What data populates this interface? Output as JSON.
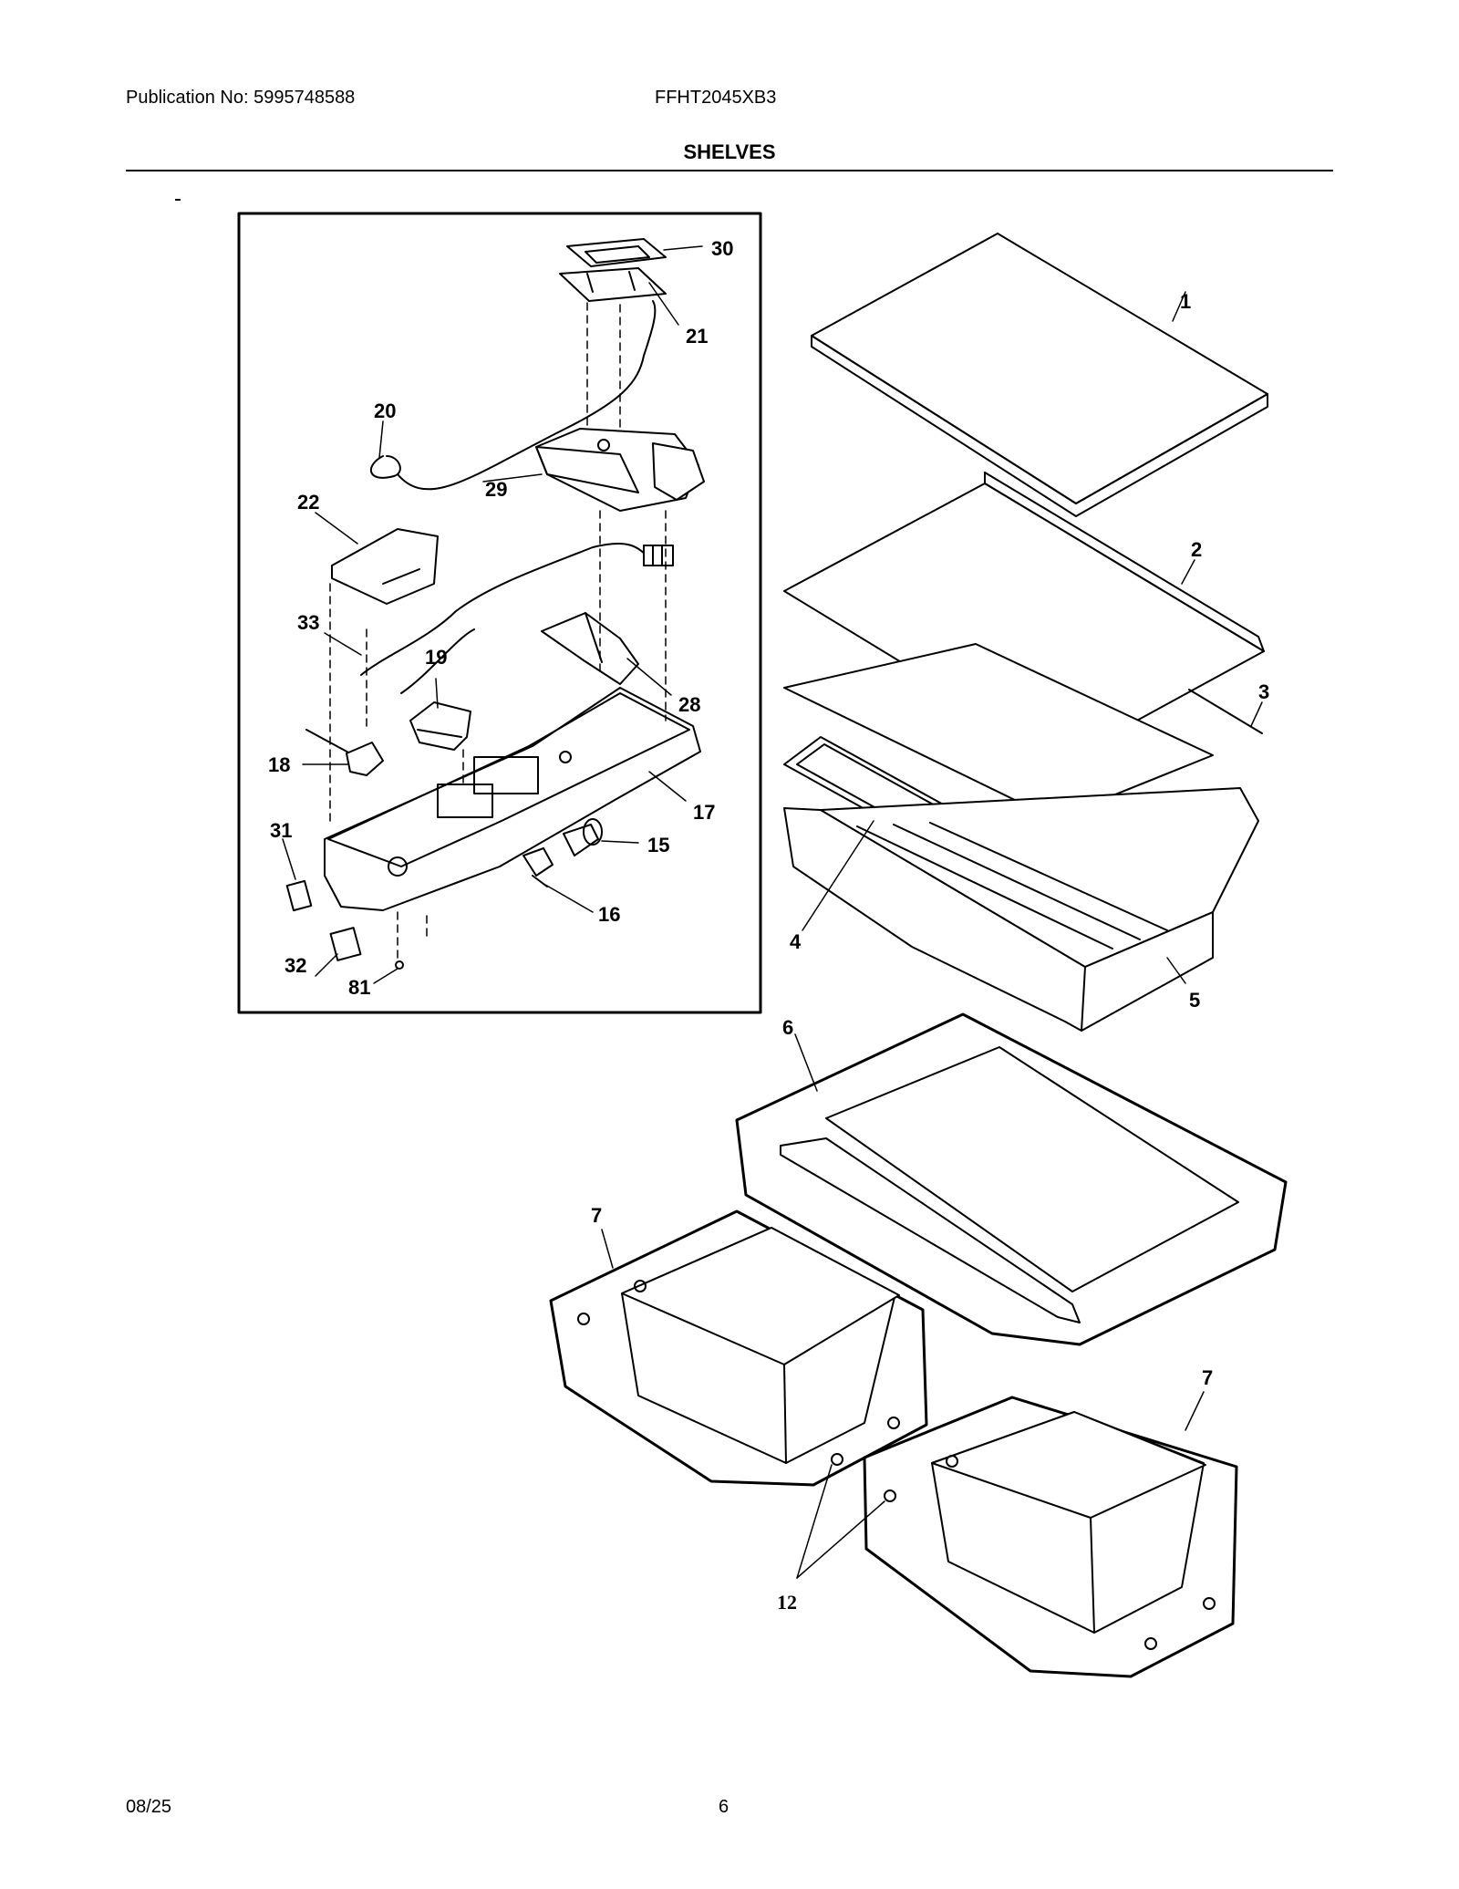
{
  "header": {
    "publication": "Publication No: 5995748588",
    "model": "FFHT2045XB3",
    "title": "SHELVES"
  },
  "footer": {
    "date": "08/25",
    "page_number": "6"
  },
  "callouts": {
    "c1": "1",
    "c2": "2",
    "c3": "3",
    "c4": "4",
    "c5": "5",
    "c6": "6",
    "c7a": "7",
    "c7b": "7",
    "c12": "12",
    "c15": "15",
    "c16": "16",
    "c17": "17",
    "c18": "18",
    "c19": "19",
    "c20": "20",
    "c21": "21",
    "c22": "22",
    "c28": "28",
    "c29": "29",
    "c30": "30",
    "c31": "31",
    "c32": "32",
    "c33": "33",
    "c81": "81"
  }
}
